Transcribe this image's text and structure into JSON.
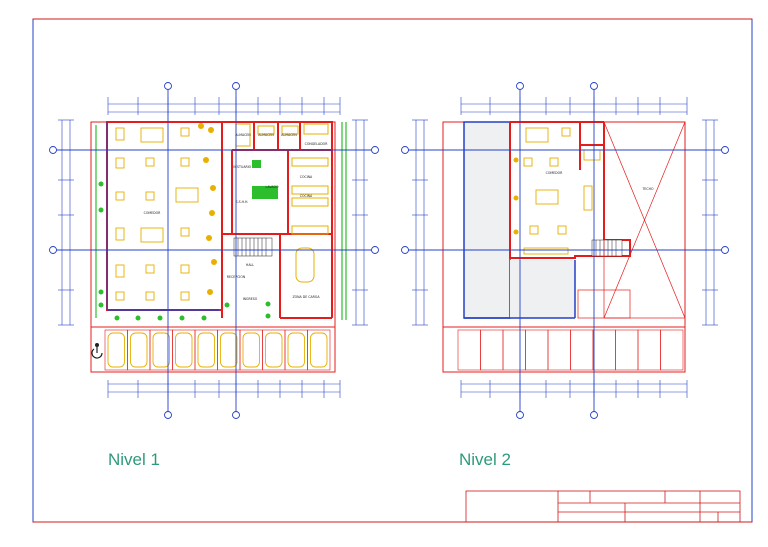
{
  "sheet": {
    "level_1_title": "Nivel 1",
    "level_2_title": "Nivel 2"
  },
  "plan_1": {
    "rooms": [
      "COMEDOR",
      "ALMACEN",
      "ALMACEN",
      "ALMACEN",
      "CONGELADOR",
      "COCINA",
      "COCINA",
      "LAVADO",
      "HALL",
      "RECEPCION",
      "INGRESO",
      "ZONA DE CARGA",
      "VESTUARIO",
      "S.S.H.H."
    ],
    "parking_spaces": 10,
    "accessible_symbol": "wheelchair-icon"
  },
  "plan_2": {
    "rooms": [
      "COMEDOR",
      "TECHO"
    ],
    "parking_spaces": 10
  },
  "colors": {
    "wall": "#e41c1c",
    "axis": "#2440c8",
    "furniture": "#e8b000",
    "plants": "#2dbe2d",
    "title_text": "#2e9a7c",
    "frame": "#d01818"
  }
}
